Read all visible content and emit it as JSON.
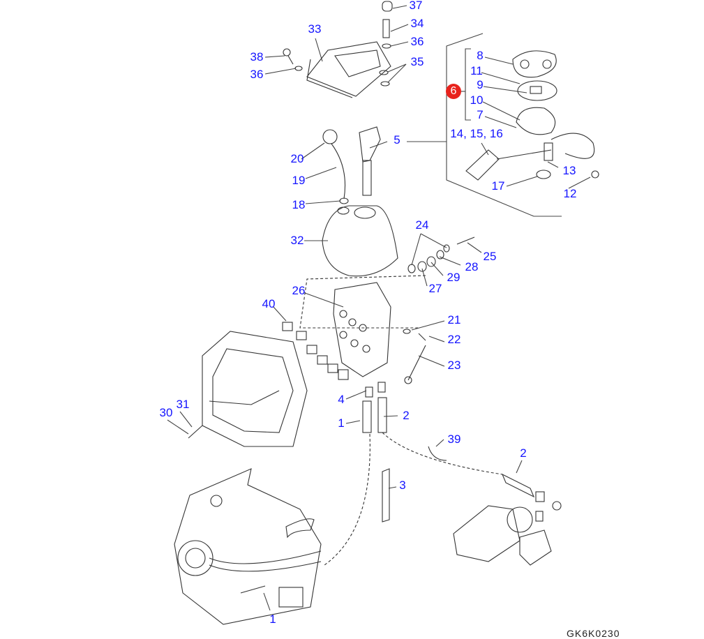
{
  "diagram": {
    "title": "Control valve and joystick parts diagram",
    "callout_highlight": "6",
    "labels": [
      "37",
      "34",
      "36",
      "33",
      "38",
      "36",
      "35",
      "8",
      "11",
      "9",
      "10",
      "7",
      "14, 15, 16",
      "5",
      "20",
      "19",
      "13",
      "17",
      "12",
      "18",
      "24",
      "25",
      "32",
      "28",
      "29",
      "27",
      "26",
      "40",
      "21",
      "22",
      "23",
      "4",
      "2",
      "31",
      "30",
      "1",
      "39",
      "2",
      "3",
      "1"
    ],
    "image_code": "GK6K0230",
    "colors": {
      "label": "#1414ff",
      "callout": "#e8231d",
      "line": "#333333"
    }
  }
}
